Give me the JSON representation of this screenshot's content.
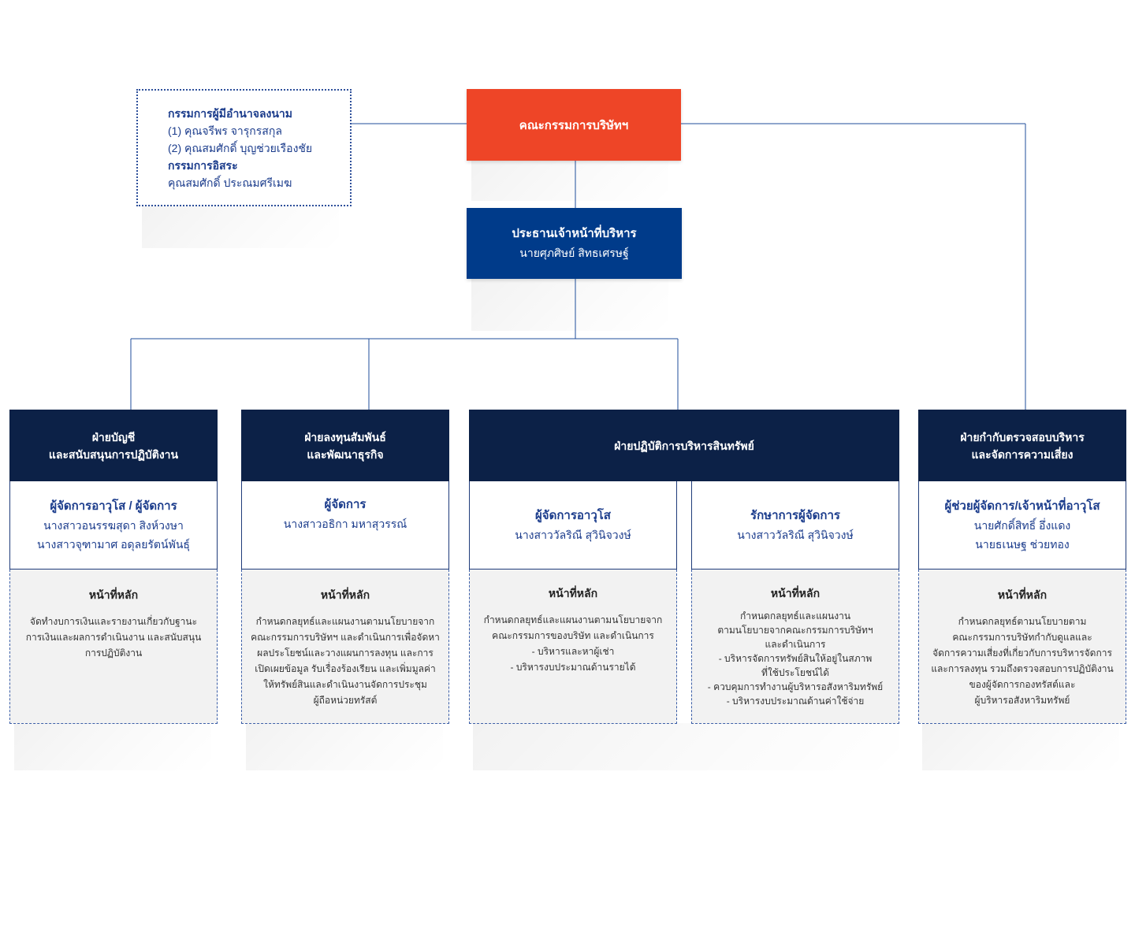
{
  "signatory": {
    "heading_authorized": "กรรมการผู้มีอำนาจลงนาม",
    "authorized": [
      "(1) คุณจรีพร จารุกรสกุล",
      "(2) คุณสมศักดิ์ บุญช่วยเรืองชัย"
    ],
    "heading_independent": "กรรมการอิสระ",
    "independent": [
      "คุณสมศักดิ์ ประณมศรีเมฆ"
    ]
  },
  "board": {
    "label": "คณะกรรมการบริษัทฯ",
    "color": "#ee4527"
  },
  "ceo": {
    "title": "ประธานเจ้าหน้าที่บริหาร",
    "name": "นายศุภศิษย์ สิทธเศรษฐ์",
    "color": "#003b8a"
  },
  "departments": [
    {
      "head": [
        "ฝ่ายบัญชี",
        "และสนับสนุนการปฏิบัติงาน"
      ],
      "role": "ผู้จัดการอาวุโส / ผู้จัดการ",
      "people": [
        "นางสาวอนรรฆสุดา สิงห์วงษา",
        "นางสาวจุฑามาศ อดุลยรัตน์พันธุ์"
      ],
      "duty_title": "หน้าที่หลัก",
      "duties": [
        "จัดทำงบการเงินและรายงานเกี่ยวกับฐานะ",
        "การเงินและผลการดำเนินงาน และสนับสนุน",
        "การปฏิบัติงาน"
      ]
    },
    {
      "head": [
        "ฝ่ายลงทุนสัมพันธ์",
        "และพัฒนาธุรกิจ"
      ],
      "role": "ผู้จัดการ",
      "people": [
        "นางสาวอธิกา มหาสุวรรณ์"
      ],
      "duty_title": "หน้าที่หลัก",
      "duties": [
        "กำหนดกลยุทธ์และแผนงานตามนโยบายจาก",
        "คณะกรรมการบริษัทฯ และดำเนินการเพื่อจัดหา",
        "ผลประโยชน์และวางแผนการลงทุน และการ",
        "เปิดเผยข้อมูล รับเรื่องร้องเรียน และเพิ่มมูลค่า",
        "ให้ทรัพย์สินและดำเนินงานจัดการประชุม",
        "ผู้ถือหน่วยทรัสต์"
      ]
    },
    {
      "head": [
        "ฝ่ายปฏิบัติการบริหารสินทรัพย์"
      ],
      "units": [
        {
          "role": "ผู้จัดการอาวุโส",
          "people": [
            "นางสาววัลริณี สุวินิจวงษ์"
          ],
          "duty_title": "หน้าที่หลัก",
          "duties": [
            "กำหนดกลยุทธ์และแผนงานตามนโยบายจาก",
            "คณะกรรมการของบริษัท และดำเนินการ",
            "- บริหารและหาผู้เช่า",
            "- บริหารงบประมาณด้านรายได้"
          ]
        },
        {
          "role": "รักษาการผู้จัดการ",
          "people": [
            "นางสาววัลริณี สุวินิจวงษ์"
          ],
          "duty_title": "หน้าที่หลัก",
          "duties": [
            "กำหนดกลยุทธ์และแผนงาน",
            "ตามนโยบายจากคณะกรรมการบริษัทฯ",
            "และดำเนินการ",
            "- บริหารจัดการทรัพย์สินให้อยู่ในสภาพ",
            "ที่ใช้ประโยชน์ได้",
            "- ควบคุมการทำงานผู้บริหารอสังหาริมทรัพย์",
            "- บริหารงบประมาณด้านค่าใช้จ่าย"
          ]
        }
      ]
    },
    {
      "head": [
        "ฝ่ายกำกับตรวจสอบบริหาร",
        "และจัดการความเสี่ยง"
      ],
      "role": "ผู้ช่วยผู้จัดการ/เจ้าหน้าที่อาวุโส",
      "people": [
        "นายศักดิ์สิทธิ์ อึ่งแดง",
        "นายธเนษฐ ช่วยทอง"
      ],
      "duty_title": "หน้าที่หลัก",
      "duties": [
        "กำหนดกลยุทธ์ตามนโยบายตาม",
        "คณะกรรมการบริษัทกำกับดูแลและ",
        "จัดการความเสี่ยงที่เกี่ยวกับการบริหารจัดการ",
        "และการลงทุน รวมถึงตรวจสอบการปฏิบัติงาน",
        "ของผู้จัดการกองทรัสต์และ",
        "ผู้บริหารอสังหาริมทรัพย์"
      ]
    }
  ],
  "colors": {
    "dept_header": "#0c2147",
    "text_blue": "#1b3c8c",
    "line": "#1f4e9b",
    "duty_bg": "#f2f2f2"
  }
}
